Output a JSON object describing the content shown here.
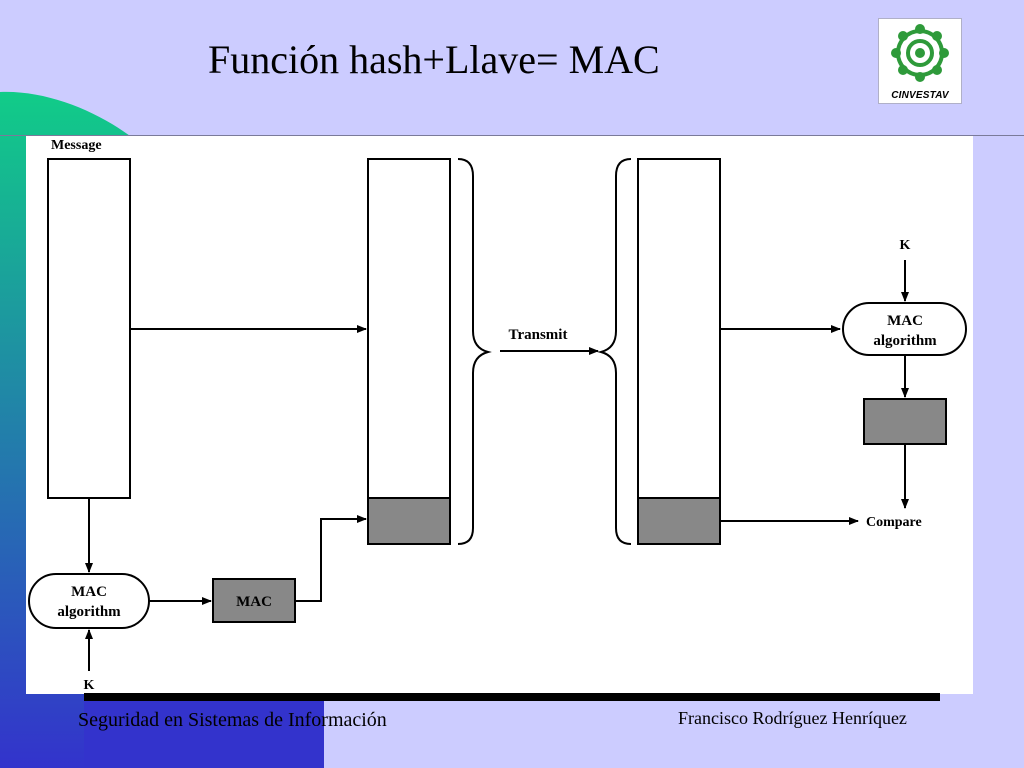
{
  "slide": {
    "title": "Función hash+Llave= MAC",
    "logo_text": "CINVESTAV"
  },
  "diagram": {
    "message_label": "Message",
    "sender_mac_label_line1": "MAC",
    "sender_mac_label_line2": "algorithm",
    "sender_k_label": "K",
    "mac_box_label": "MAC",
    "transmit_label": "Transmit",
    "receiver_k_label": "K",
    "receiver_mac_label_line1": "MAC",
    "receiver_mac_label_line2": "algorithm",
    "compare_label": "Compare"
  },
  "footer": {
    "left": "Seguridad en Sistemas de Información",
    "right": "Francisco Rodríguez Henríquez"
  },
  "colors": {
    "background": "#ccccff",
    "band_top": "#11cc88",
    "band_bottom": "#3333cc",
    "gray_box": "#888888"
  }
}
